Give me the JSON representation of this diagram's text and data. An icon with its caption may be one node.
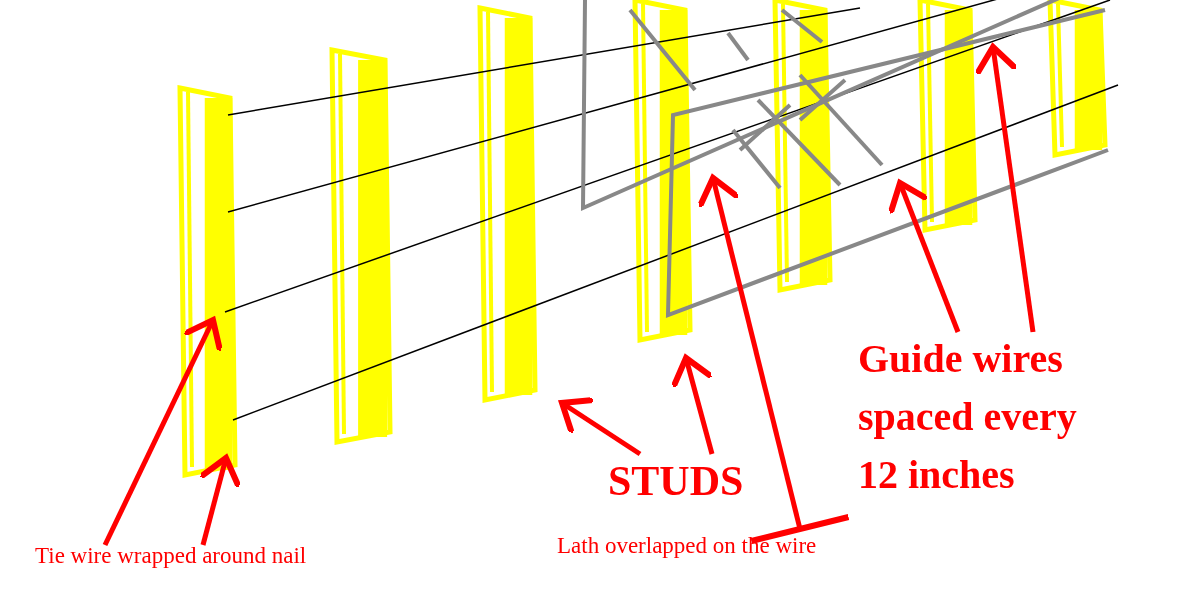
{
  "diagram": {
    "nodes": [
      {
        "text": [
          "Tie wire wrapped around nail"
        ]
      },
      {
        "text": [
          "STUDS"
        ]
      },
      {
        "text": [
          "Lath overlapped on the wire"
        ]
      },
      {
        "text": [
          "Guide wires spaced every 12 inches"
        ]
      }
    ],
    "edges": [
      {
        "from": 0,
        "to": null,
        "arrow": "to"
      },
      {
        "from": 0,
        "to": null,
        "arrow": "to"
      },
      {
        "from": 1,
        "to": null,
        "arrow": "to"
      },
      {
        "from": 1,
        "to": null,
        "arrow": "to"
      },
      {
        "from": 2,
        "to": null,
        "arrow": "to"
      },
      {
        "from": 3,
        "to": null,
        "arrow": "to"
      },
      {
        "from": 3,
        "to": null,
        "arrow": "to"
      }
    ]
  }
}
